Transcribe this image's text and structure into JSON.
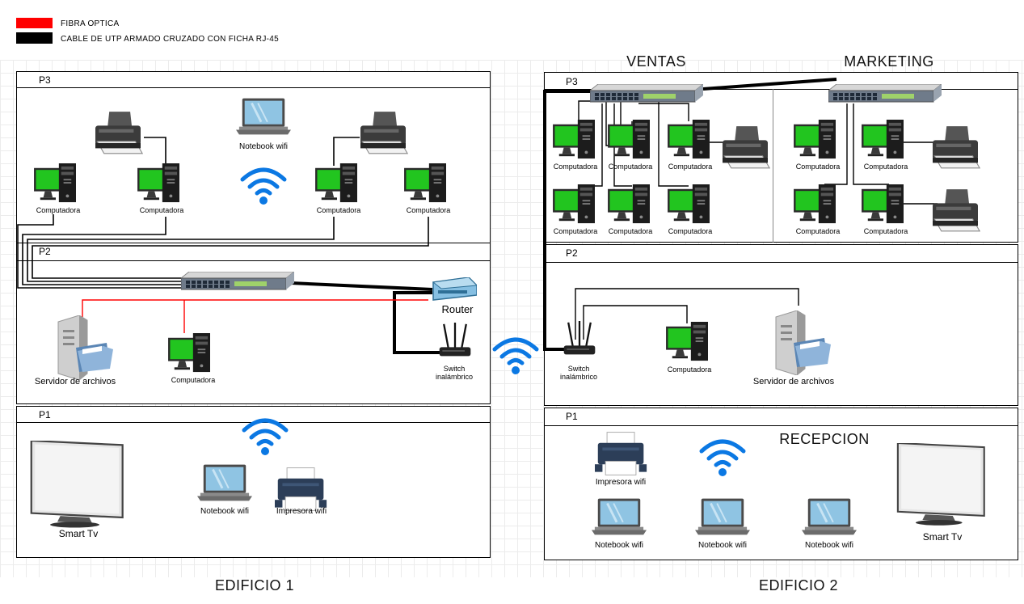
{
  "legend": [
    {
      "label": "FIBRA OPTICA",
      "color": "#ff0000"
    },
    {
      "label": "CABLE DE UTP ARMADO CRUZADO CON FICHA RJ-45",
      "color": "#000000"
    }
  ],
  "buildings": {
    "b1": {
      "name": "EDIFICIO 1",
      "floors": {
        "p3": "P3",
        "p2": "P2",
        "p1": "P1"
      },
      "p3": {
        "computers": [
          "Computadora",
          "Computadora",
          "Computadora",
          "Computadora"
        ],
        "notebook": "Notebook wifi"
      },
      "p2": {
        "server": "Servidor de archivos",
        "computer": "Computadora",
        "router": "Router",
        "switch_wireless": "Switch\ninalámbrico"
      },
      "p1": {
        "tv": "Smart Tv",
        "notebook": "Notebook wifi",
        "printer": "Impresora wifi"
      }
    },
    "b2": {
      "name": "EDIFICIO 2",
      "floors": {
        "p3": "P3",
        "p2": "P2",
        "p1": "P1"
      },
      "areas": {
        "ventas": "VENTAS",
        "marketing": "MARKETING",
        "recepcion": "RECEPCION"
      },
      "p3": {
        "ventas_computers": [
          "Computadora",
          "Computadora",
          "Computadora",
          "Computadora",
          "Computadora",
          "Computadora"
        ],
        "marketing_computers": [
          "Computadora",
          "Computadora",
          "Computadora",
          "Computadora"
        ]
      },
      "p2": {
        "switch_wireless": "Switch\ninalámbrico",
        "computer": "Computadora",
        "server": "Servidor de archivos"
      },
      "p1": {
        "printer": "Impresora wifi",
        "notebooks": [
          "Notebook wifi",
          "Notebook wifi",
          "Notebook wifi"
        ],
        "tv": "Smart Tv"
      }
    }
  }
}
